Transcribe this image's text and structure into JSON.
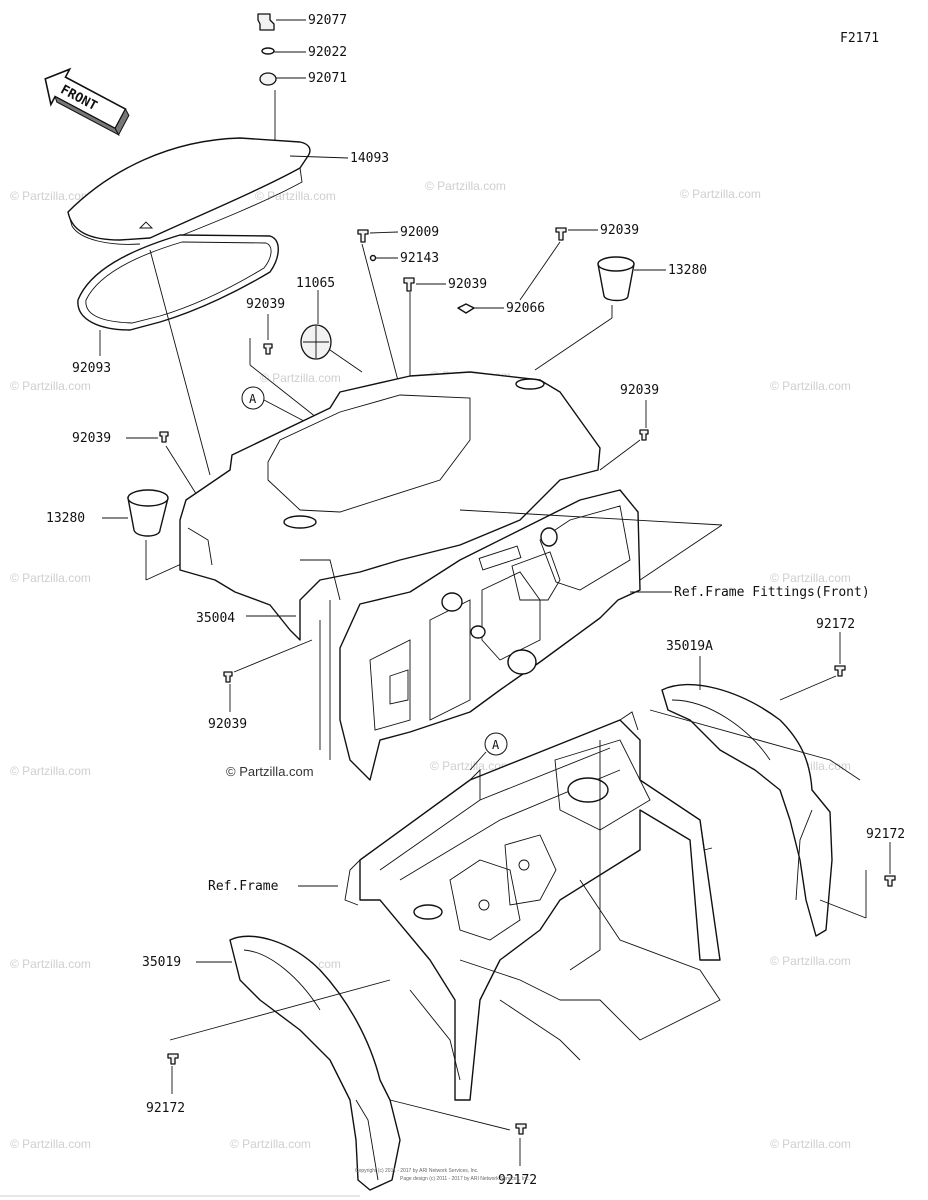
{
  "figure_code": "F2171",
  "front_arrow_label": "FRONT",
  "callouts": {
    "p92077": "92077",
    "p92022": "92022",
    "p92071": "92071",
    "p14093": "14093",
    "p92093": "92093",
    "p92009": "92009",
    "p92143": "92143",
    "p92039_top_right": "92039",
    "p13280_right": "13280",
    "p11065": "11065",
    "p92039_center": "92039",
    "p92066": "92066",
    "p92039_left_upper": "92039",
    "p92039_left": "92039",
    "p92039_right": "92039",
    "p13280_left": "13280",
    "p35004": "35004",
    "p92039_bottom_left": "92039",
    "ref_frame_fittings_front": "Ref.Frame Fittings(Front)",
    "p35019A": "35019A",
    "p92172_top_right": "92172",
    "p92172_right": "92172",
    "ref_frame": "Ref.Frame",
    "p35019": "35019",
    "p92172_left": "92172",
    "p92172_bottom": "92172"
  },
  "reference_marks": {
    "a_upper": "A",
    "a_lower": "A"
  },
  "watermark": "© Partzilla.com",
  "watermark_main": "© Partzilla.com",
  "copyright_line_1": "Copyright (c) 2011 - 2017 by ARI Network Services, Inc.",
  "copyright_line_2": "Page design (c) 2011 - 2017 by ARI Network Services, Inc."
}
